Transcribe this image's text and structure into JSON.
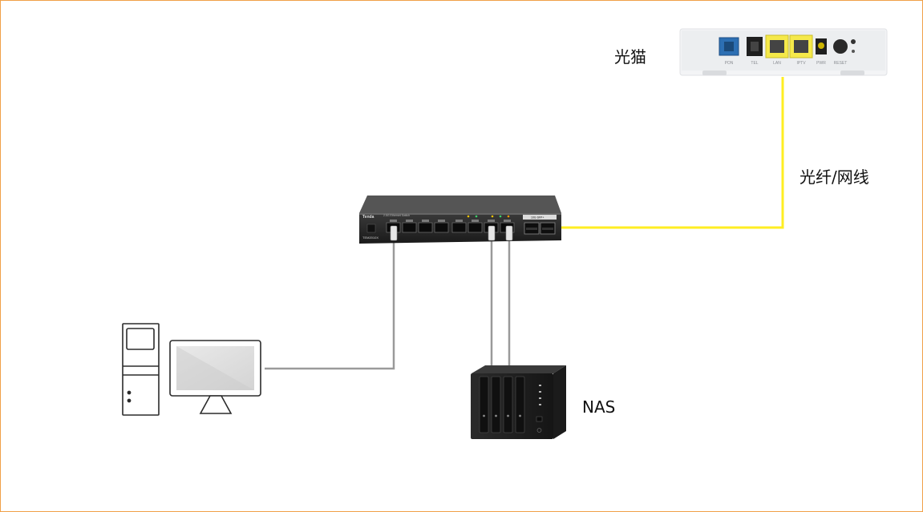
{
  "labels": {
    "modem": "光猫",
    "fiber": "光纤/网线",
    "nas": "NAS"
  },
  "switch": {
    "brand": "Tenda",
    "model": "TEM2010X",
    "title": "2.5G Ethernet Switch",
    "sfp_label": "10G SFP+"
  },
  "modem_ports": [
    "PON",
    "TEL",
    "LAN",
    "IPTV",
    "PWR",
    "RESET"
  ],
  "colors": {
    "fiber_link": "#ffee22",
    "ethernet_link": "#9a9a9a",
    "frame_border": "#f0a048",
    "modem_port_highlight": "#f5e94a"
  }
}
